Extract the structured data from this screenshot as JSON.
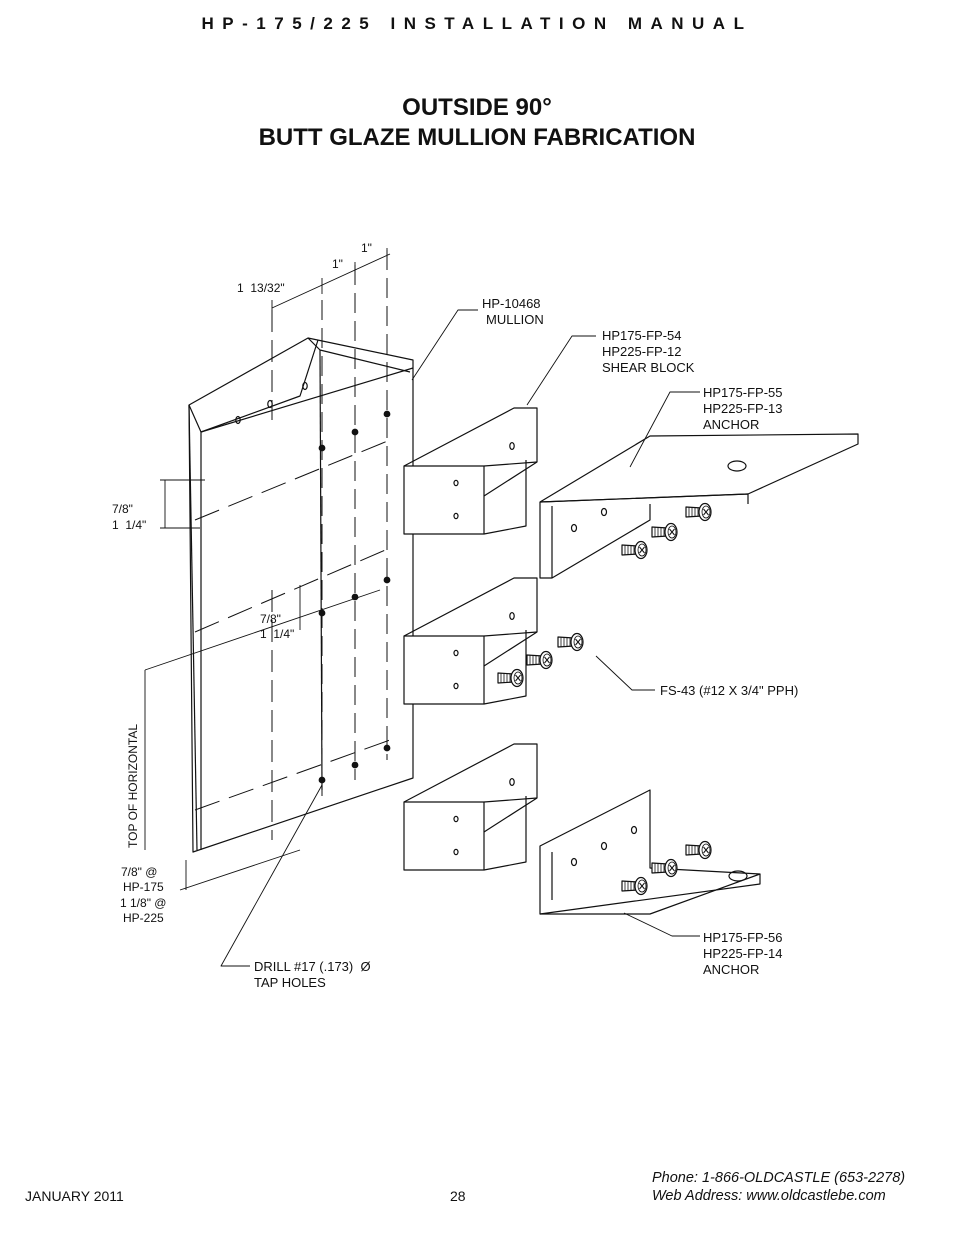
{
  "header": "HP-175/225 INSTALLATION MANUAL",
  "title": {
    "line1": "OUTSIDE 90°",
    "line2": "BUTT GLAZE MULLION FABRICATION"
  },
  "dimensions": {
    "d1": "1\"",
    "d2": "1\"",
    "d3": "1  13/32\"",
    "left_a": "7/8\"",
    "left_b": "1  1/4\"",
    "mid_a": "7/8\"",
    "mid_b": "1  1/4\"",
    "bottom_a": "7/8\" @",
    "bottom_b": "HP-175",
    "bottom_c": "1 1/8\" @",
    "bottom_d": "HP-225"
  },
  "vertical_label": "TOP OF HORIZONTAL",
  "callouts": {
    "mullion_1": "HP-10468",
    "mullion_2": "MULLION",
    "shear_1": "HP175-FP-54",
    "shear_2": "HP225-FP-12",
    "shear_3": "SHEAR BLOCK",
    "anchor1_1": "HP175-FP-55",
    "anchor1_2": "HP225-FP-13",
    "anchor1_3": "ANCHOR",
    "screw": "FS-43 (#12 X 3/4\" PPH)",
    "anchor2_1": "HP175-FP-56",
    "anchor2_2": "HP225-FP-14",
    "anchor2_3": "ANCHOR",
    "drill_1": "DRILL #17 (.173)  Ø",
    "drill_2": "TAP HOLES"
  },
  "footer": {
    "date": "JANUARY 2011",
    "page": "28",
    "phone": "Phone: 1-866-OLDCASTLE (653-2278)",
    "web": "Web Address: www.oldcastlebe.com"
  }
}
